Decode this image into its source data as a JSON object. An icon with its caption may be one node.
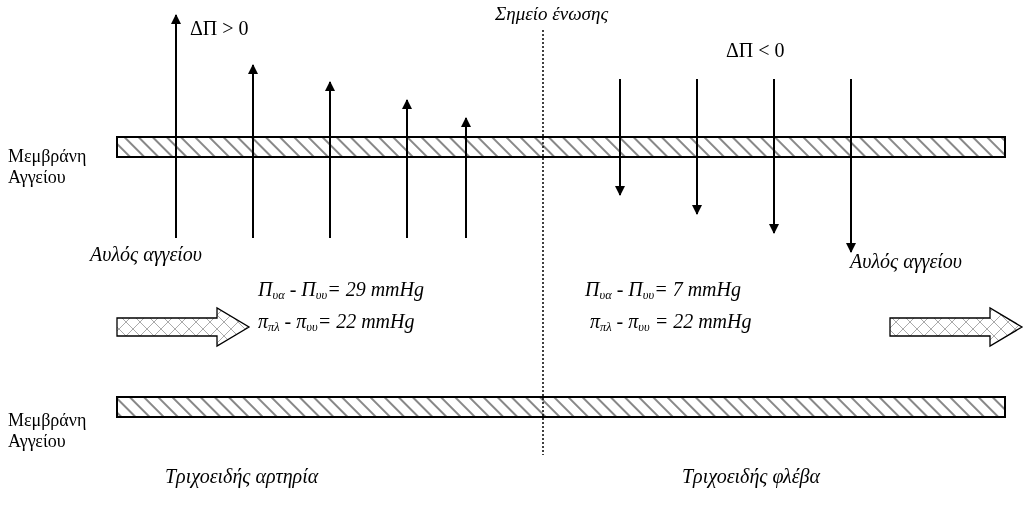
{
  "diagram": {
    "nodes": [
      {
        "text": [],
        "shape": "bar"
      },
      {
        "text": [],
        "shape": "bar"
      }
    ],
    "labels": [
      "Σημείο ένωσης",
      "ΔΠ > 0",
      "ΔΠ < 0",
      "Μεμβράνη Αγγείου",
      "Αυλός αγγείου",
      "Αυλός αγγείου",
      "Π$_{υα}$ - Π$_{υυ}$= 29 mmHg",
      "π$_{πλ}$ - π$_{υυ}$= 22 mmHg",
      "Π$_{υα}$ - Π$_{υυ}$= 7 mmHg",
      "π$_{πλ}$ - π$_{υυ}$ = 22 mmHg",
      "Μεμβράνη Αγγείου",
      "Τριχοειδής αρτηρία",
      "Τριχοειδής φλέβα"
    ]
  }
}
